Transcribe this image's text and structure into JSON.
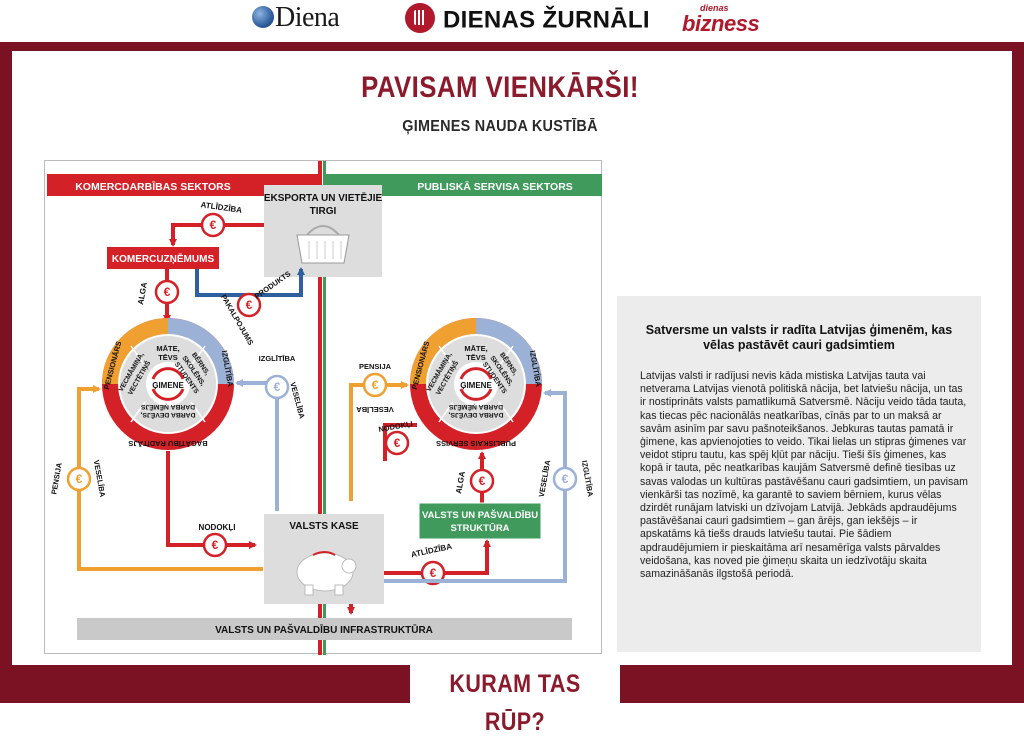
{
  "header": {
    "logo_diena": "Diena",
    "logo_dienas_zurnali": "DIENAS ŽURNĀLI",
    "logo_dienas_bizness_small": "dienas",
    "logo_dienas_bizness_big": "bizness"
  },
  "title": "PAVISAM VIENKĀRŠI!",
  "subtitle": "ĢIMENES NAUDA KUSTĪBĀ",
  "diagram": {
    "sector_left": "KOMERCDARBĪBAS SEKTORS",
    "sector_right": "PUBLISKĀ SERVISA SEKTORS",
    "export_markets_line1": "EKSPORTA UN VIETĒJIE",
    "export_markets_line2": "TIRGI",
    "business": "KOMERCUZŅĒMUMS",
    "treasury": "VALSTS KASE",
    "public_structure_line1": "VALSTS UN PAŠVALDĪBU",
    "public_structure_line2": "STRUKTŪRA",
    "infrastructure": "VALSTS UN PAŠVALDĪBU INFRASTRUKTŪRA",
    "reward": "ATLĪDZĪBA",
    "wage": "ALGA",
    "products_line1": "PRODUKTS",
    "products_line2": "PAKALPOJUMS",
    "taxes": "NODOKĻI",
    "pension": "PENSIJA",
    "health": "VESELĪBA",
    "education": "IZGLĪTĪBA",
    "euro": "€",
    "wheel": {
      "center": "ĢIMENE",
      "parents_line1": "MĀTE,",
      "parents_line2": "TĒVS",
      "students_line1": "BĒRNS,",
      "students_line2": "SKOLĒNS,",
      "students_line3": "STUDENTS",
      "grandparents_line1": "VECMĀMIŅA,",
      "grandparents_line2": "VECTĒTIŅŠ",
      "employer_line1": "DARBA DEVĒJS,",
      "employer_line2": "DARBA ŅĒMĒJS",
      "pensioners": "PENSIONĀRS",
      "education": "IZGLĪTĪBA",
      "wealth_left": "BAGĀTĪBU RADĪTĀJS",
      "public_services": "PUBLISKAIS SERVISS"
    }
  },
  "info": {
    "title": "Satversme un valsts ir radīta Latvijas ģimenēm, kas vēlas pastāvēt cauri gadsimtiem",
    "body": "Latvijas valsti ir radījusi nevis kāda mistiska Latvijas tauta vai netverama Latvijas vienotā politiskā nācija, bet latviešu nācija, un tas ir nostiprināts valsts pamatlikumā Satversmē. Nāciju veido tāda tauta, kas tiecas pēc nacionālās neatkarības, cīnās par to un maksā ar savām asinīm par savu pašnoteikšanos. Jebkuras tautas pamatā ir ģimene, kas apvienojoties to veido. Tikai lielas un stipras ģimenes var veidot stipru tautu, kas spēj kļūt par nāciju. Tieši šīs ģimenes, kas kopā ir tauta, pēc neatkarības kaujām Satversmē definē tiesības uz savas valodas un kultūras pastāvēšanu cauri gadsimtiem, un pavisam vienkārši tas nozīmē, ka garantē to saviem bērniem, kurus vēlas dzirdēt runājam latviski un dzīvojam Latvijā. Jebkāds apdraudējums pastāvēšanai cauri gadsimtiem – gan ārējs, gan iekšējs – ir apskatāms kā tiešs drauds latviešu tautai. Pie šādiem apdraudējumiem ir pieskaitāma arī nesamērīga valsts pārvaldes veidošana, kas noved pie ģimeņu skaita un iedzīvotāju skaita samazināšanās ilgstošā periodā."
  },
  "bottom_banner": "KURAM TAS RŪP?",
  "colors": {
    "brand": "#8a1a2c",
    "red": "#d42027",
    "green": "#3f9a5b",
    "orange": "#f0a030",
    "blue": "#2e5f9e",
    "lightblue": "#9bb1d6",
    "gray": "#c9c9c9"
  }
}
